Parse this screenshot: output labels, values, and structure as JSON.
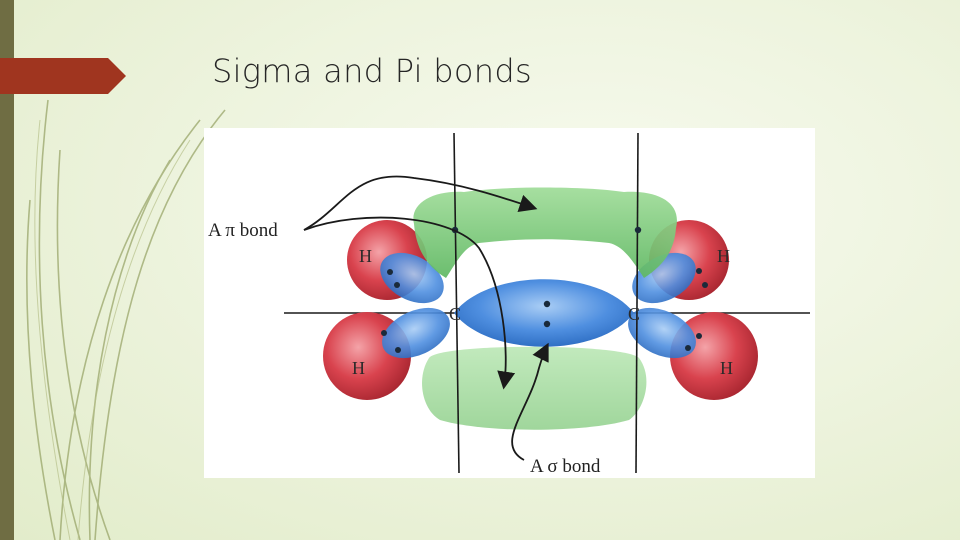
{
  "slide": {
    "title": "Sigma and Pi bonds"
  },
  "figure": {
    "pi_bond_label": "A π bond",
    "sigma_bond_label": "A σ bond",
    "atoms": {
      "h_top_left": "H",
      "h_bottom_left": "H",
      "h_top_right": "H",
      "h_bottom_right": "H",
      "c_left": "C",
      "c_right": "C"
    }
  },
  "colors": {
    "accent_arrow": "#a0351f",
    "side_bar": "#6f6d43",
    "pi_lobe": "#7cc87a",
    "sigma_lobe": "#4f8fe0",
    "hydrogen": "#d6404c"
  }
}
